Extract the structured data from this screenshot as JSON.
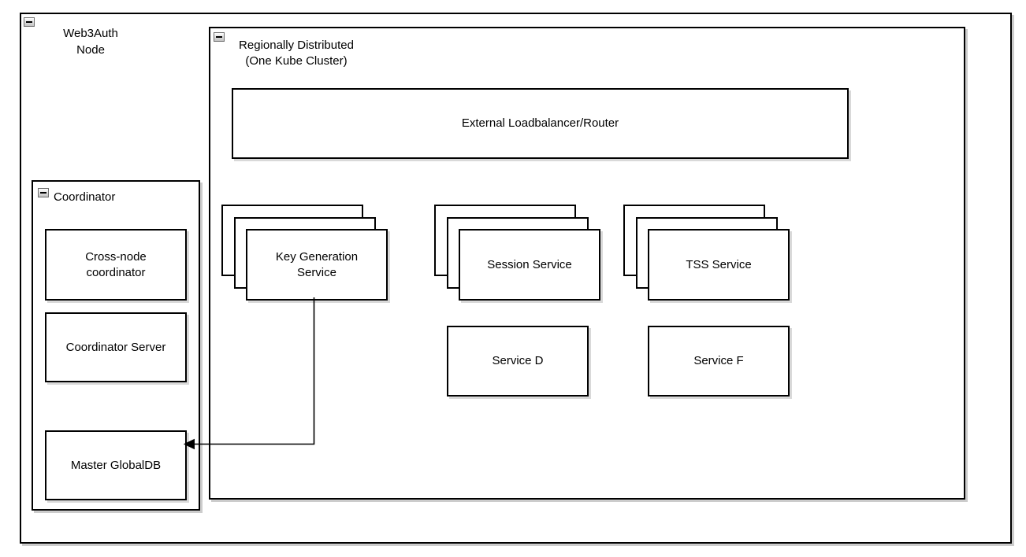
{
  "colors": {
    "stroke": "#000000",
    "background": "#ffffff",
    "container_shadow": "#cccccc",
    "collapse_button_fill": "#d9d9d9"
  },
  "icons": {
    "collapse": "minus-icon"
  },
  "containers": {
    "web3auth": {
      "label": [
        "Web3Auth",
        "Node"
      ],
      "collapsed": false
    },
    "regional": {
      "label": [
        "Regionally Distributed",
        "(One Kube Cluster)"
      ],
      "collapsed": false
    },
    "coordinator": {
      "label": "Coordinator",
      "collapsed": false
    }
  },
  "nodes": {
    "loadbalancer": {
      "label": "External Loadbalancer/Router"
    },
    "key_generation": {
      "label": [
        "Key Generation",
        "Service"
      ],
      "replicas": 3
    },
    "session": {
      "label": "Session Service",
      "replicas": 3
    },
    "tss": {
      "label": "TSS Service",
      "replicas": 3
    },
    "service_d": {
      "label": "Service D"
    },
    "service_f": {
      "label": "Service F"
    },
    "cross_node": {
      "label": [
        "Cross-node",
        "coordinator"
      ]
    },
    "coordinator_server": {
      "label": "Coordinator Server"
    },
    "master_globaldb": {
      "label": "Master GlobalDB"
    }
  },
  "edges": [
    {
      "from": "key_generation_service",
      "to": "master_globaldb",
      "style": "orthogonal-arrow"
    }
  ]
}
